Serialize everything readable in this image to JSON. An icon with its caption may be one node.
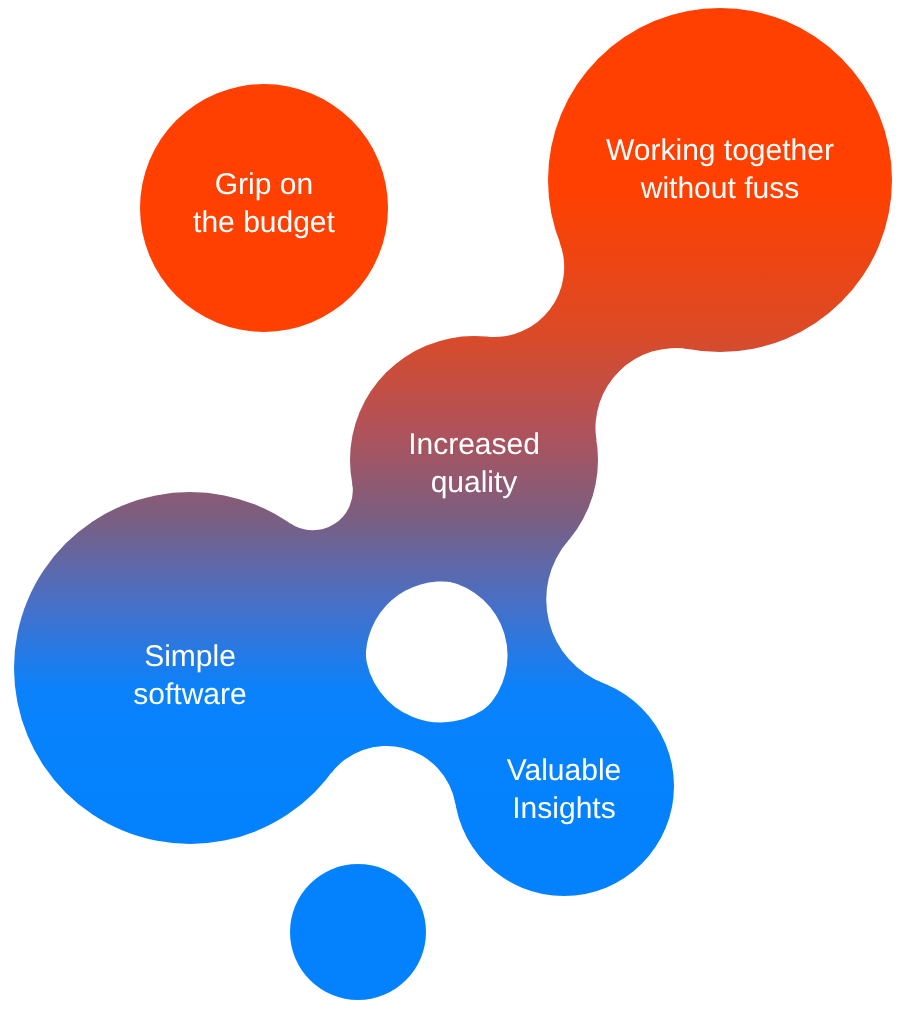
{
  "diagram": {
    "nodes": [
      {
        "text": [
          "Grip on the budget"
        ]
      },
      {
        "text": [
          "Working together without fuss"
        ]
      },
      {
        "text": [
          "Increased quality"
        ]
      },
      {
        "text": [
          "Simple software"
        ]
      },
      {
        "text": [
          "Valuable Insights"
        ]
      },
      {
        "text": [],
        "shape": "circle"
      }
    ],
    "edges": [
      {
        "from": 1,
        "to": 2,
        "arrow": "none"
      },
      {
        "from": 2,
        "to": 3,
        "arrow": "none"
      },
      {
        "from": 2,
        "to": 4,
        "arrow": "none"
      },
      {
        "from": 3,
        "to": 4,
        "arrow": "none"
      }
    ]
  }
}
